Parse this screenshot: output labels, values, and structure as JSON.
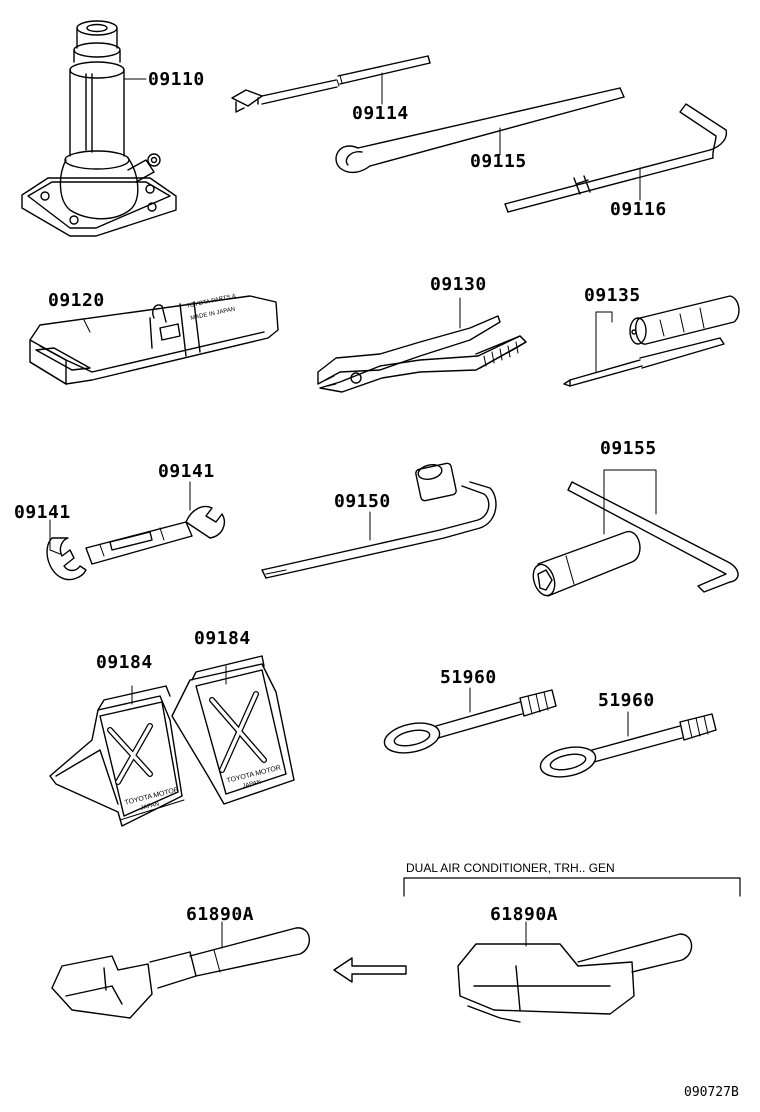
{
  "diagram": {
    "reference_code": "090727B",
    "note": "DUAL AIR CONDITIONER, TRH.. GEN",
    "part_numbers": {
      "jack": "09110",
      "jack_handle_extension": "09114",
      "jack_handle": "09115",
      "wheel_nut_wrench_bar": "09116",
      "tool_bag": "09120",
      "pliers": "09130",
      "screwdriver": "09135",
      "wrench_left": "09141",
      "wrench_right": "09141",
      "lug_wrench": "09150",
      "socket_wrench_set": "09155",
      "wheel_chock_left": "09184",
      "wheel_chock_right": "09184",
      "towing_hook_left": "51960",
      "towing_hook_right": "51960",
      "hose_clamp_left": "61890A",
      "hose_clamp_right": "61890A"
    },
    "printed_text": {
      "tool_bag_label_line1": "TOYOTA  PARTS &",
      "tool_bag_label_line2": "MADE IN JAPAN",
      "chock_maker_line1": "TOYOTA MOTOR",
      "chock_maker_line2": "JAPAN"
    }
  }
}
